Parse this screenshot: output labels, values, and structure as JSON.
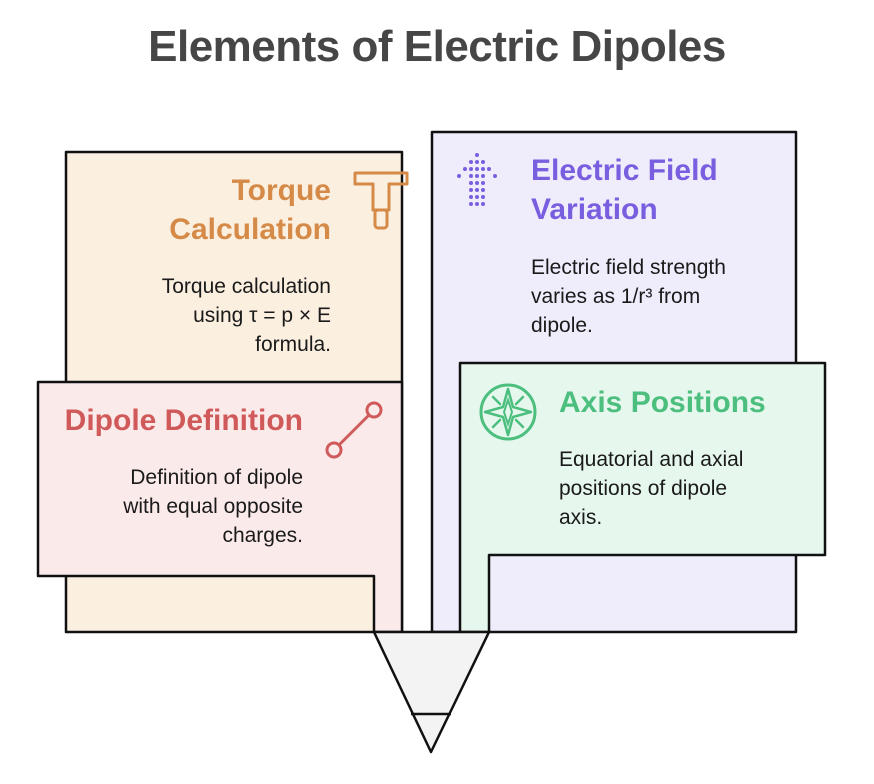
{
  "title": "Elements of Electric Dipoles",
  "cards": {
    "torque": {
      "title_line1": "Torque",
      "title_line2": "Calculation",
      "desc_line1": "Torque calculation",
      "desc_line2": "using τ = p × E",
      "desc_line3": "formula.",
      "icon": "t-handle-wrench-icon",
      "color": "#d68a47",
      "fill": "#fbefe0"
    },
    "field": {
      "title_line1": "Electric Field",
      "title_line2": "Variation",
      "desc_line1": "Electric field strength",
      "desc_line2": "varies as 1/r³ from",
      "desc_line3": "dipole.",
      "icon": "dotted-arrow-up-icon",
      "color": "#7a5ee0",
      "fill": "#efedfb"
    },
    "dipole": {
      "title": "Dipole Definition",
      "desc_line1": "Definition of dipole",
      "desc_line2": "with equal opposite",
      "desc_line3": "charges.",
      "icon": "connected-nodes-icon",
      "color": "#d05a5a",
      "fill": "#fbeaea"
    },
    "axis": {
      "title": "Axis Positions",
      "desc_line1": "Equatorial and axial",
      "desc_line2": "positions of dipole",
      "desc_line3": "axis.",
      "icon": "compass-rose-icon",
      "color": "#4cbf7e",
      "fill": "#e6f7ee"
    }
  }
}
